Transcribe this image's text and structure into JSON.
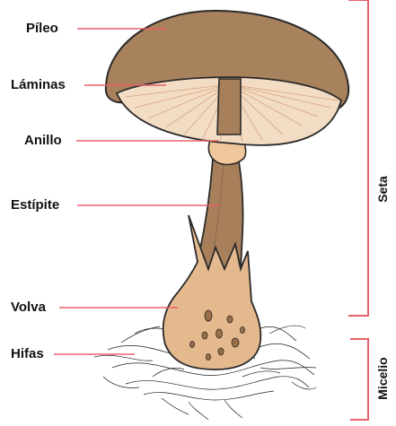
{
  "labels": {
    "pileo": "Píleo",
    "laminas": "Láminas",
    "anillo": "Anillo",
    "estipite": "Estípite",
    "volva": "Volva",
    "hifas": "Hifas"
  },
  "groups": {
    "seta": "Seta",
    "micelio": "Micelio"
  },
  "colors": {
    "leader": "#e8606a",
    "bracket": "#e8606a",
    "cap": "#a8825c",
    "gills": "#f3dcc4",
    "stem": "#a7805b",
    "volva": "#e4b98d",
    "outline": "#2a2a2a"
  }
}
